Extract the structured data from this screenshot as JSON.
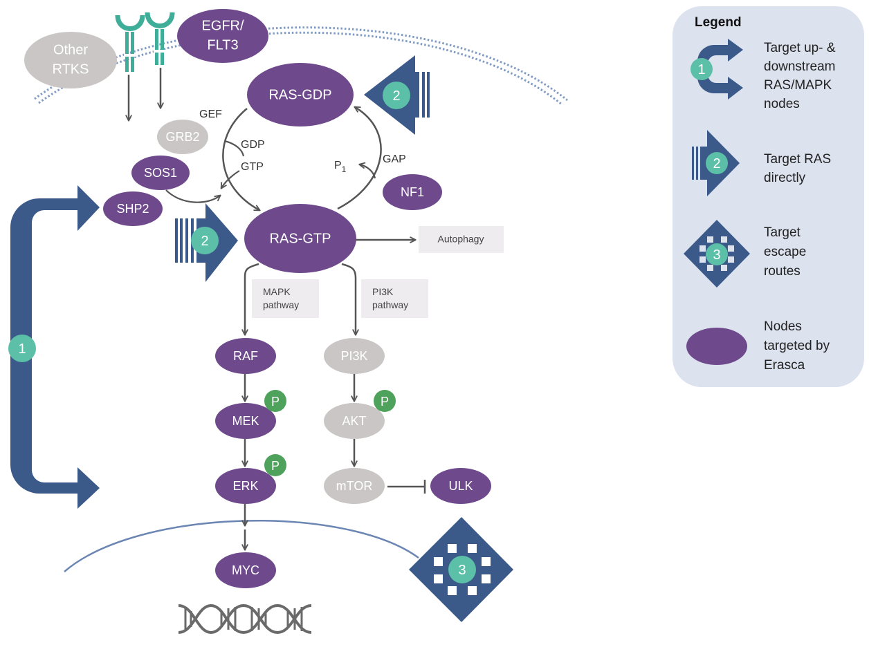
{
  "colors": {
    "purple": "#6e4a8c",
    "grey_node": "#cbc6c6",
    "navy": "#3b5a8a",
    "teal": "#5cbfa8",
    "green": "#4ea25b",
    "arrow": "#555555",
    "legend_bg": "#dce2ee"
  },
  "nodes": {
    "other_rtks": [
      "Other",
      "RTKS"
    ],
    "egfr": [
      "EGFR/",
      "FLT3"
    ],
    "ras_gdp": "RAS-GDP",
    "ras_gtp": "RAS-GTP",
    "grb2": "GRB2",
    "sos1": "SOS1",
    "shp2": "SHP2",
    "nf1": "NF1",
    "raf": "RAF",
    "mek": "MEK",
    "erk": "ERK",
    "myc": "MYC",
    "pi3k": "PI3K",
    "akt": "AKT",
    "mtor": "mTOR",
    "ulk": "ULK"
  },
  "labels": {
    "gef": "GEF",
    "gdp": "GDP",
    "gtp": "GTP",
    "gap": "GAP",
    "p1_main": "P",
    "p1_sub": "1",
    "phospho": "P"
  },
  "boxes": {
    "autophagy": "Autophagy",
    "mapk": [
      "MAPK",
      "pathway"
    ],
    "pi3k": [
      "PI3K",
      "pathway"
    ]
  },
  "badges": {
    "one": "1",
    "two": "2",
    "three": "3"
  },
  "legend": {
    "title": "Legend",
    "item1": [
      "Target up- &",
      "downstream",
      "RAS/MAPK",
      "nodes"
    ],
    "item2": [
      "Target RAS",
      "directly"
    ],
    "item3": [
      "Target",
      "escape",
      "routes"
    ],
    "item4": [
      "Nodes",
      "targeted by",
      "Erasca"
    ]
  },
  "icons": [
    "receptor-icon",
    "dna-icon",
    "fork-arrow-icon",
    "block-arrow-icon",
    "four-way-arrow-icon"
  ]
}
